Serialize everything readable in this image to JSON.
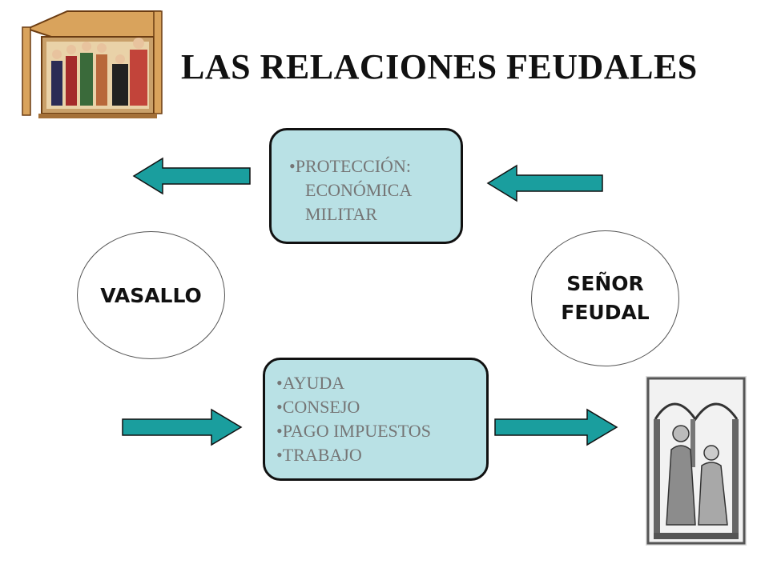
{
  "title": "LAS RELACIONES FEUDALES",
  "top_box": {
    "bullet": "•",
    "line1": "PROTECCIÓN:",
    "line2": "ECONÓMICA",
    "line3": "MILITAR"
  },
  "bottom_box": {
    "bullet": "•",
    "items": [
      "AYUDA",
      "CONSEJO",
      "PAGO IMPUESTOS",
      "TRABAJO"
    ]
  },
  "left_node": {
    "label": "VASALLO"
  },
  "right_node": {
    "line1": "SEÑOR",
    "line2": "FEUDAL"
  },
  "colors": {
    "box_fill": "#b9e1e5",
    "arrow_fill": "#1a9e9e",
    "text_gray": "#757575"
  },
  "icons": [
    "medieval-court-illustration",
    "vassal-homage-illustration"
  ]
}
